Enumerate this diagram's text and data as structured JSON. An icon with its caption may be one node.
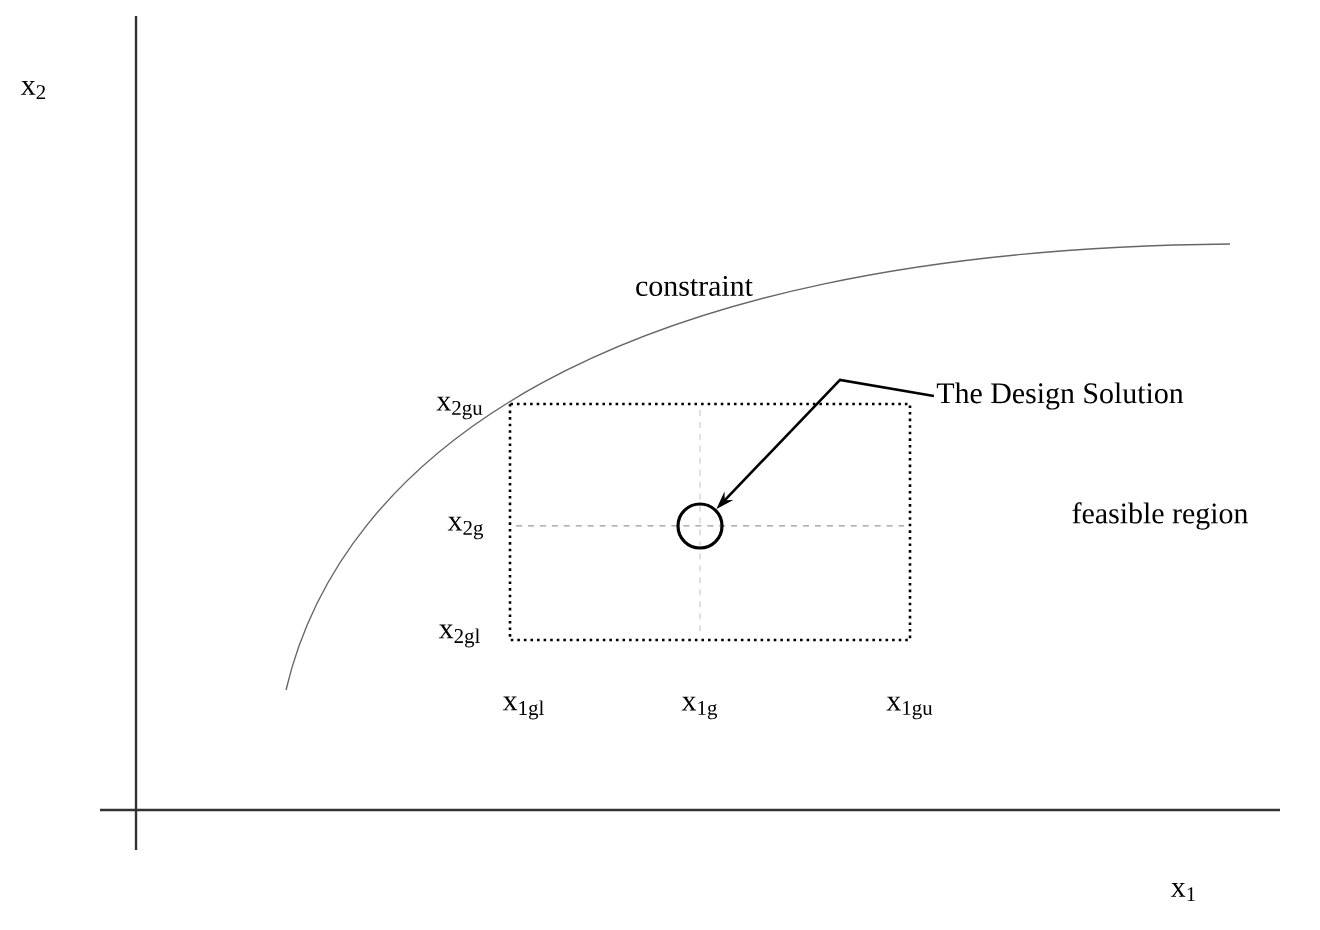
{
  "diagram": {
    "nodes": [
      {
        "text": [
          "The Design Solution"
        ]
      },
      {
        "text": [],
        "shape": "circle"
      }
    ],
    "edges": [
      {
        "from": 0,
        "to": 1,
        "arrow": "to"
      }
    ],
    "labels": [
      "x$_{2}$",
      "constraint",
      "x$_{2gu}$",
      "x$_{2g}$",
      "feasible region",
      "x$_{2gl}$",
      "x$_{1gl}$",
      "x$_{1g}$",
      "x$_{1gu}$",
      "x$_{1}$"
    ]
  }
}
